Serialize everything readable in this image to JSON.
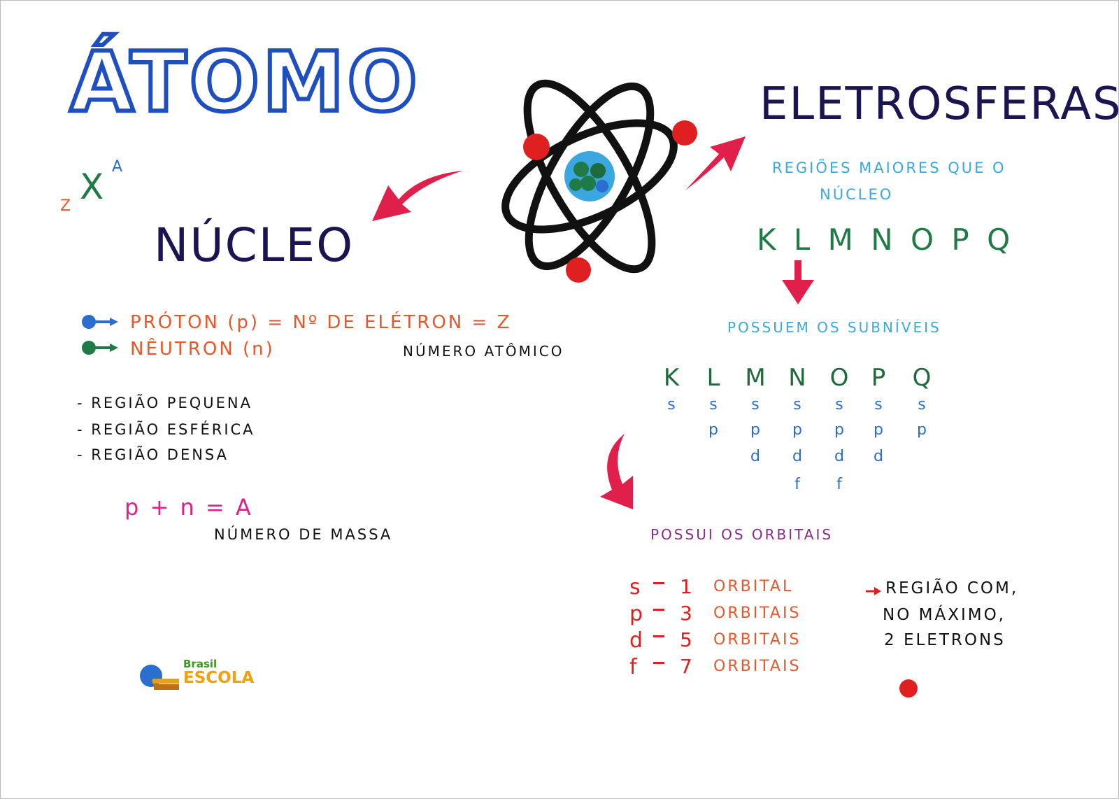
{
  "title": "ÁTOMO",
  "notation": {
    "symbol": "X",
    "mass_number": "A",
    "atomic_number": "Z"
  },
  "nucleus": {
    "heading": "NÚCLEO",
    "particles": [
      {
        "label": "PRÓTON (p) = Nº DE ELÉTRON = Z",
        "color": "#2a6fd0"
      },
      {
        "label": "NÊUTRON (n)",
        "color": "#1f7a45"
      }
    ],
    "atomic_number_label": "NÚMERO ATÔMICO",
    "properties": [
      "- REGIÃO PEQUENA",
      "- REGIÃO ESFÉRICA",
      "- REGIÃO DENSA"
    ],
    "mass_formula": "p + n = A",
    "mass_label": "NÚMERO DE MASSA"
  },
  "electrosphere": {
    "heading": "ELETROSFERAS",
    "description_line1": "REGIÕES MAIORES QUE O",
    "description_line2": "NÚCLEO",
    "shells_label": "K L M N O P Q",
    "subshells_intro": "POSSUEM OS SUBNÍVEIS",
    "shells": [
      {
        "letter": "K",
        "subshells": [
          "s"
        ]
      },
      {
        "letter": "L",
        "subshells": [
          "s",
          "p"
        ]
      },
      {
        "letter": "M",
        "subshells": [
          "s",
          "p",
          "d"
        ]
      },
      {
        "letter": "N",
        "subshells": [
          "s",
          "p",
          "d",
          "f"
        ]
      },
      {
        "letter": "O",
        "subshells": [
          "s",
          "p",
          "d",
          "f"
        ]
      },
      {
        "letter": "P",
        "subshells": [
          "s",
          "p",
          "d"
        ]
      },
      {
        "letter": "Q",
        "subshells": [
          "s",
          "p"
        ]
      }
    ],
    "orbitals_intro": "POSSUI OS ORBITAIS",
    "orbitals": [
      {
        "subshell": "s",
        "count": "1",
        "label": "ORBITAL"
      },
      {
        "subshell": "p",
        "count": "3",
        "label": "ORBITAIS"
      },
      {
        "subshell": "d",
        "count": "5",
        "label": "ORBITAIS"
      },
      {
        "subshell": "f",
        "count": "7",
        "label": "ORBITAIS"
      }
    ],
    "orbital_definition": [
      "REGIÃO COM,",
      "NO MÁXIMO,",
      "2 ELETRONS"
    ]
  },
  "logo": {
    "line1": "Brasil",
    "line2": "ESCOLA"
  },
  "colors": {
    "title": "#1e4fc0",
    "arrow": "#e0204a",
    "electron": "#e02020",
    "orbit": "#111111"
  }
}
